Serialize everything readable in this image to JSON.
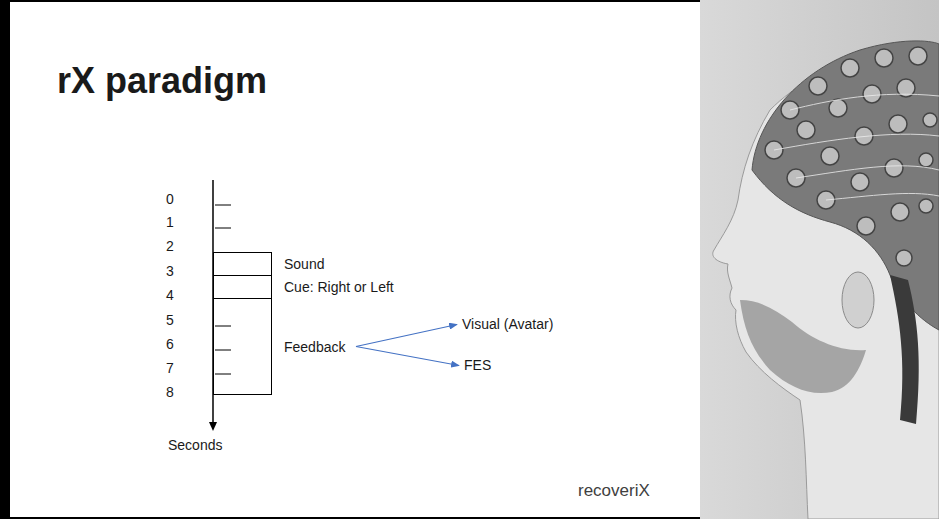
{
  "diagram": {
    "title": "rX paradigm",
    "nodes": [
      {
        "text": [
          "Sound"
        ]
      },
      {
        "text": [
          "Cue: Right or Left"
        ]
      },
      {
        "text": [
          "Feedback"
        ]
      },
      {
        "text": [
          "Visual (Avatar)"
        ]
      },
      {
        "text": [
          "FES"
        ]
      }
    ],
    "edges": [
      {
        "from": 2,
        "to": 3,
        "arrow": "to"
      },
      {
        "from": 2,
        "to": 4,
        "arrow": "to"
      }
    ],
    "labels": [
      "0",
      "1",
      "2",
      "3",
      "4",
      "5",
      "6",
      "7",
      "8",
      "Seconds",
      "recoveriX"
    ]
  }
}
